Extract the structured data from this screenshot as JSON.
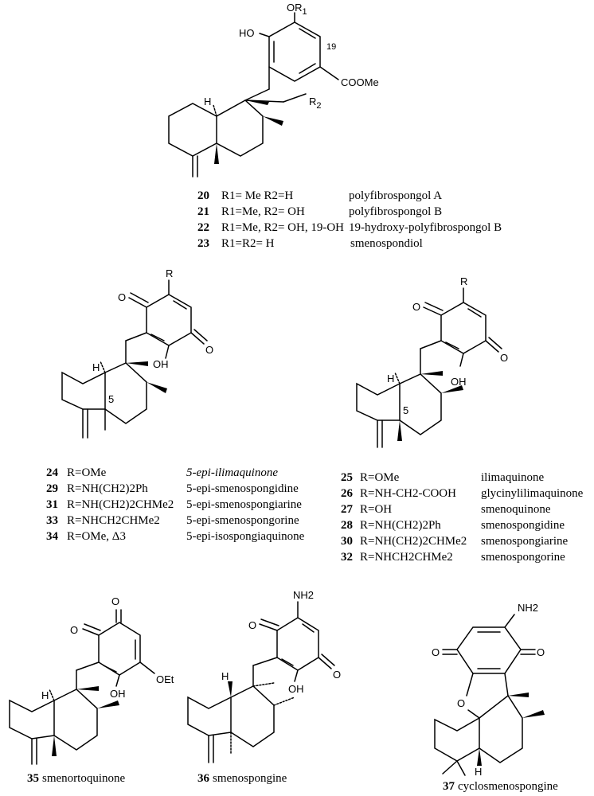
{
  "group1": {
    "atoms": {
      "or1": "OR",
      "or1_sub": "1",
      "ho": "HO",
      "c19": "19",
      "coome": "COOMe",
      "r2": "R",
      "r2_sub": "2",
      "h": "H"
    },
    "entries": [
      {
        "num": "20",
        "subst": "R1= Me   R2=H",
        "name": "polyfibrospongol A"
      },
      {
        "num": "21",
        "subst": "R1=Me, R2= OH",
        "name": "polyfibrospongol  B"
      },
      {
        "num": "22",
        "subst": "R1=Me, R2= OH,  19-OH",
        "name": "19-hydroxy-polyfibrospongol  B"
      },
      {
        "num": "23",
        "subst": "R1=R2= H",
        "name": "smenospondiol"
      }
    ]
  },
  "group2": {
    "atoms": {
      "r": "R",
      "o1": "O",
      "o2": "O",
      "oh": "OH",
      "h": "H",
      "c5": "5"
    },
    "entries": [
      {
        "num": "24",
        "subst": "R=OMe",
        "name": "5-epi-ilimaquinone"
      },
      {
        "num": "29",
        "subst": "R=NH(CH2)2Ph",
        "name": "5-epi-smenospongidine"
      },
      {
        "num": "31",
        "subst": "R=NH(CH2)2CHMe2",
        "name": "5-epi-smenospongiarine"
      },
      {
        "num": "33",
        "subst": "R=NHCH2CHMe2",
        "name": "5-epi-smenospongorine"
      },
      {
        "num": "34",
        "subst": "R=OMe, Δ3",
        "name": "5-epi-isospongiaquinone"
      }
    ]
  },
  "group3": {
    "atoms": {
      "r": "R",
      "o1": "O",
      "o2": "O",
      "oh": "OH",
      "h": "H",
      "c5": "5"
    },
    "entries": [
      {
        "num": "25",
        "subst": "R=OMe",
        "name": "ilimaquinone"
      },
      {
        "num": "26",
        "subst": "R=NH-CH2-COOH",
        "name": "glycinylilimaquinone"
      },
      {
        "num": "27",
        "subst": "R=OH",
        "name": "smenoquinone"
      },
      {
        "num": "28",
        "subst": "R=NH(CH2)2Ph",
        "name": "smenospongidine"
      },
      {
        "num": "30",
        "subst": "R=NH(CH2)2CHMe2",
        "name": "smenospongiarine"
      },
      {
        "num": "32",
        "subst": "R=NHCH2CHMe2",
        "name": "smenospongorine"
      }
    ]
  },
  "compound35": {
    "num": "35",
    "name": "smenortoquinone",
    "atoms": {
      "o1": "O",
      "o2": "O",
      "oet": "OEt",
      "oh": "OH",
      "h": "H"
    }
  },
  "compound36": {
    "num": "36",
    "name": "smenospongine",
    "atoms": {
      "nh2": "NH2",
      "o1": "O",
      "o2": "O",
      "oh": "OH",
      "h": "H"
    }
  },
  "compound37": {
    "num": "37",
    "name": "cyclosmenospongine",
    "atoms": {
      "nh2": "NH2",
      "o1": "O",
      "o2": "O",
      "o3": "O",
      "h": "H"
    }
  }
}
